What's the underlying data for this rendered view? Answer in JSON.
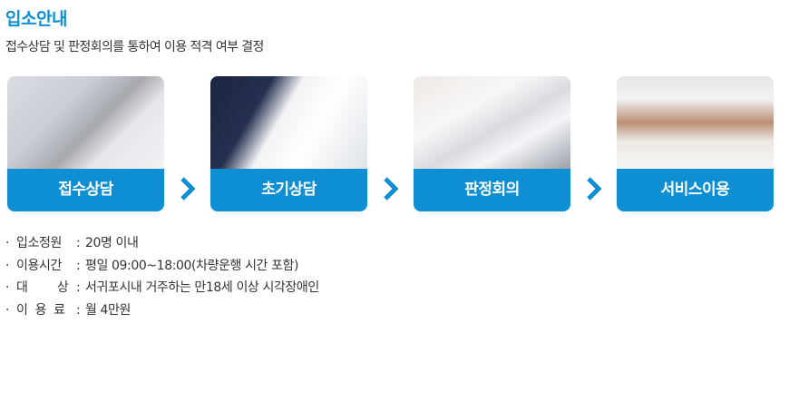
{
  "header": {
    "title": "입소안내",
    "subtitle": "접수상담 및 판정회의를 통하여 이용 적격 여부 결정"
  },
  "steps": [
    {
      "label": "접수상담",
      "image": "phone-hands-photo"
    },
    {
      "label": "초기상담",
      "image": "consultation-documents-photo"
    },
    {
      "label": "판정회의",
      "image": "meeting-table-photo"
    },
    {
      "label": "서비스이용",
      "image": "braille-reading-photo"
    }
  ],
  "step_arrow_icon": "chevron-right-icon",
  "colors": {
    "accent": "#0e8fd3",
    "text": "#333333"
  },
  "info": [
    {
      "bullet": "·",
      "key": "입소정원",
      "colon": ":",
      "value": "20명 이내"
    },
    {
      "bullet": "·",
      "key": "이용시간",
      "colon": ":",
      "value": "평일 09:00~18:00(차량운행 시간 포함)"
    },
    {
      "bullet": "·",
      "key": "대        상",
      "colon": ":",
      "value": "서귀포시내 거주하는 만18세 이상 시각장애인"
    },
    {
      "bullet": "·",
      "key": "이  용  료",
      "colon": ":",
      "value": "월 4만원"
    }
  ]
}
